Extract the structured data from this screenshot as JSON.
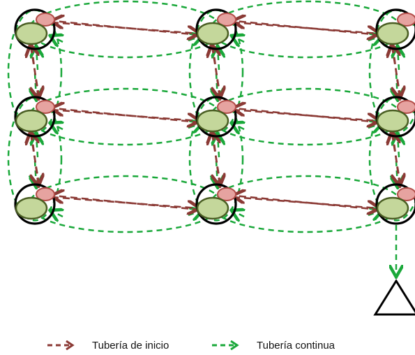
{
  "colors": {
    "start_pipe": "#8b3a35",
    "continuous_pipe": "#1aa83a",
    "node_outer": "#000000",
    "node_green_fill": "#c4d79b",
    "node_green_stroke": "#4a5e23",
    "node_red_fill": "#e6a3a0",
    "node_red_stroke": "#b24b47",
    "sink": "#000000"
  },
  "icons": {
    "start_arrow": "dashed-arrow-icon",
    "continuous_arrow": "dashed-arrow-icon",
    "sink": "triangle-icon"
  },
  "grid": {
    "rows": 3,
    "cols": 3
  },
  "legend": {
    "start_pipe_label": "Tubería de inicio",
    "continuous_pipe_label": "Tubería continua"
  }
}
